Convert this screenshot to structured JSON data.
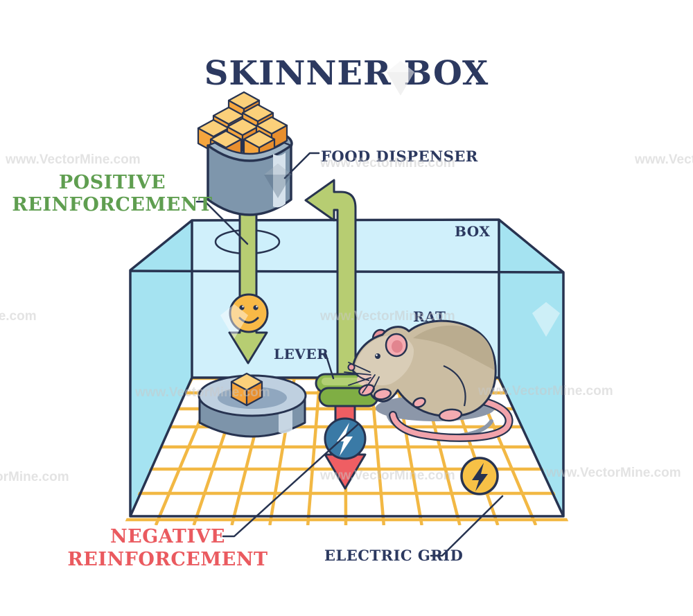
{
  "title": "SKINNER BOX",
  "labels": {
    "food_dispenser": "FOOD DISPENSER",
    "box": "BOX",
    "rat": "RAT",
    "lever": "LEVER",
    "electric_grid": "ELECTRIC GRID",
    "positive_line1": "POSITIVE",
    "positive_line2": "REINFORCEMENT",
    "negative_line1": "NEGATIVE",
    "negative_line2": "REINFORCEMENT"
  },
  "watermark": {
    "text": "www.VectorMine.com"
  },
  "icons": {
    "positive_outcome_icon": "smiley-face",
    "negative_outcome_icon": "lightning-slash-circle",
    "electric_grid_icon": "lightning-bolt-circle"
  },
  "colors": {
    "navy_outline": "#273350",
    "title_navy": "#2c3960",
    "positive_green_text": "#5f9e50",
    "negative_red_text": "#ea5a5f",
    "arrow_green": "#b7cd72",
    "arrow_red": "#ef5e63",
    "box_wall_light": "#d0f0fb",
    "box_wall_dark": "#a5e3f1",
    "grid_yellow": "#f2b844",
    "dispenser_gray": "#7e96ac",
    "food_orange": "#f5a53d",
    "smiley_yellow": "#f8b946",
    "shock_blue": "#3a7aa6",
    "electric_yellow": "#f7c146",
    "rat_tan": "#cbbda2",
    "rat_pink": "#f4abb1"
  }
}
